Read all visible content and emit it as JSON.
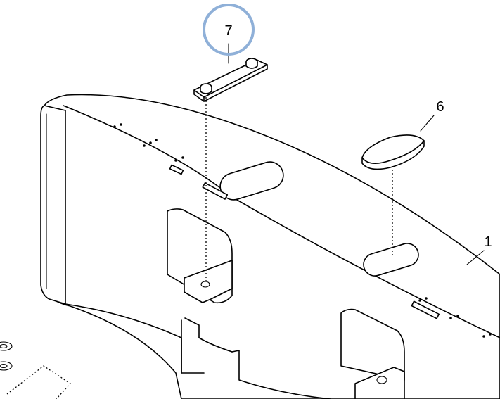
{
  "callouts": [
    {
      "id": "part-1",
      "text": "1"
    },
    {
      "id": "part-6",
      "text": "6"
    },
    {
      "id": "part-7",
      "text": "7"
    }
  ],
  "highlight": {
    "target": "part-7",
    "color": "#8fb0d8"
  }
}
